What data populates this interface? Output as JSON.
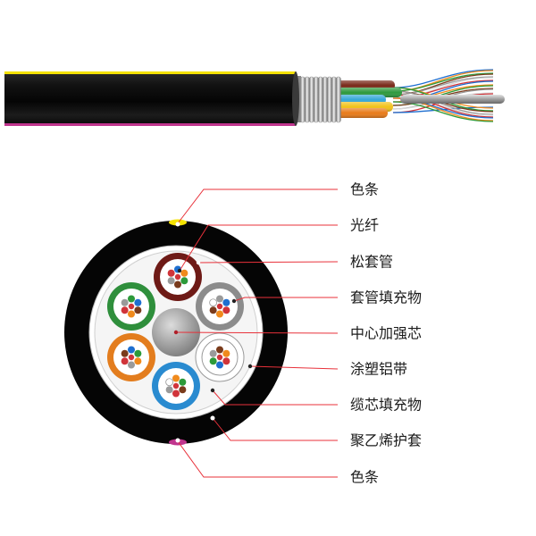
{
  "labels": {
    "color_stripe_top": "色条",
    "optical_fiber": "光纤",
    "loose_tube": "松套管",
    "tube_filler": "套管填充物",
    "central_strength_member": "中心加强芯",
    "coated_aluminum_tape": "涂塑铝带",
    "core_filler": "缆芯填充物",
    "pe_sheath": "聚乙烯护套",
    "color_stripe_bottom": "色条"
  },
  "colors": {
    "leader_line": "#e8313a",
    "jacket": "#0a0a0a",
    "stripe_top": "#f4e200",
    "stripe_bottom": "#c0358e",
    "aluminum_tape": "#8a8a8a",
    "inner_fill": "#f5f5f5",
    "tubes": [
      {
        "name": "brown",
        "color": "#6e1a16"
      },
      {
        "name": "gray",
        "color": "#8c8c8c"
      },
      {
        "name": "white",
        "color": "#ffffff"
      },
      {
        "name": "blue",
        "color": "#2a8bd0"
      },
      {
        "name": "orange",
        "color": "#e37d1e"
      },
      {
        "name": "green",
        "color": "#2f8f3c"
      }
    ],
    "fibers": [
      "#1e6fd0",
      "#f08a1c",
      "#2d9a3a",
      "#7a3b1c",
      "#9a9a9a",
      "#ffffff",
      "#d0343a"
    ],
    "side_tubes": [
      "#7a2a1a",
      "#2e9a3e",
      "#36a8d8",
      "#f2c21a",
      "#e87b1a"
    ]
  }
}
